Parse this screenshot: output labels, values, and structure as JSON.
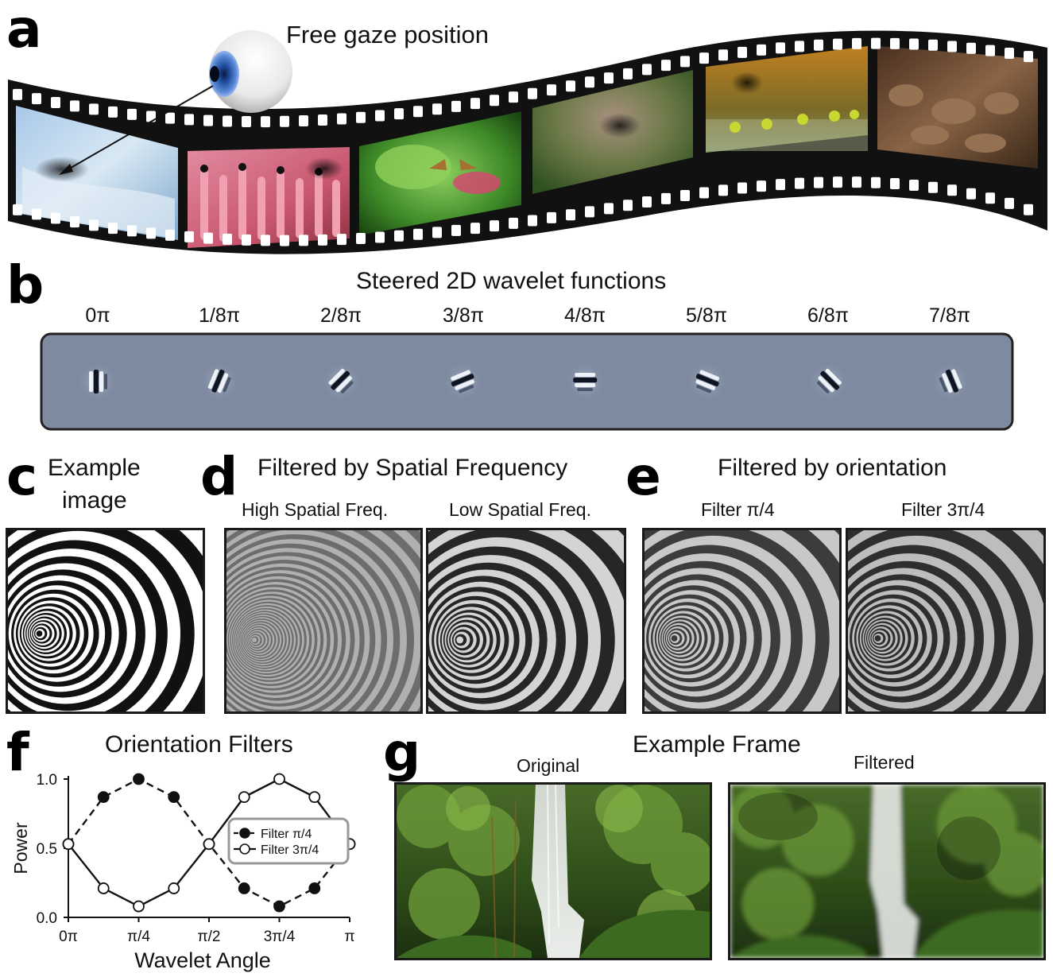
{
  "panels": {
    "a": "a",
    "b": "b",
    "c": "c",
    "d": "d",
    "e": "e",
    "f": "f",
    "g": "g"
  },
  "a": {
    "caption": "Free gaze position",
    "frame_count": 6
  },
  "b": {
    "title": "Steered 2D wavelet functions",
    "angles": [
      "0π",
      "1/8π",
      "2/8π",
      "3/8π",
      "4/8π",
      "5/8π",
      "6/8π",
      "7/8π"
    ]
  },
  "c": {
    "title_line1": "Example",
    "title_line2": "image"
  },
  "d": {
    "title": "Filtered by Spatial Frequency",
    "left_label": "High Spatial Freq.",
    "right_label": "Low Spatial Freq."
  },
  "e": {
    "title": "Filtered by orientation",
    "left_label": "Filter π/4",
    "right_label": "Filter 3π/4"
  },
  "f": {
    "title": "Orientation Filters"
  },
  "g": {
    "title": "Example Frame",
    "left_label": "Original",
    "right_label": "Filtered"
  },
  "colors": {
    "wavelet_bg": "#7d8aa0",
    "film": "#111111",
    "eye_iris": "#2a58b0"
  },
  "chart_data": {
    "type": "line",
    "title": "",
    "xlabel": "Wavelet Angle",
    "ylabel": "Power",
    "x": [
      0,
      0.125,
      0.25,
      0.375,
      0.5,
      0.625,
      0.75,
      0.875,
      1.0
    ],
    "x_ticks": [
      "0π",
      "π/4",
      "π/2",
      "3π/4",
      "π"
    ],
    "x_tick_values": [
      0,
      0.25,
      0.5,
      0.75,
      1.0
    ],
    "y_ticks": [
      "0.0",
      "0.5",
      "1.0"
    ],
    "y_tick_values": [
      0,
      0.5,
      1
    ],
    "xlim": [
      0,
      1
    ],
    "ylim": [
      0,
      1
    ],
    "legend_position": "center-right",
    "series": [
      {
        "name": "Filter π/4",
        "style": "dashed",
        "marker": "filled",
        "values": [
          0.53,
          0.87,
          1.0,
          0.87,
          0.53,
          0.21,
          0.08,
          0.21,
          0.53
        ]
      },
      {
        "name": "Filter 3π/4",
        "style": "solid",
        "marker": "open",
        "values": [
          0.53,
          0.21,
          0.08,
          0.21,
          0.53,
          0.87,
          1.0,
          0.87,
          0.53
        ]
      }
    ]
  }
}
